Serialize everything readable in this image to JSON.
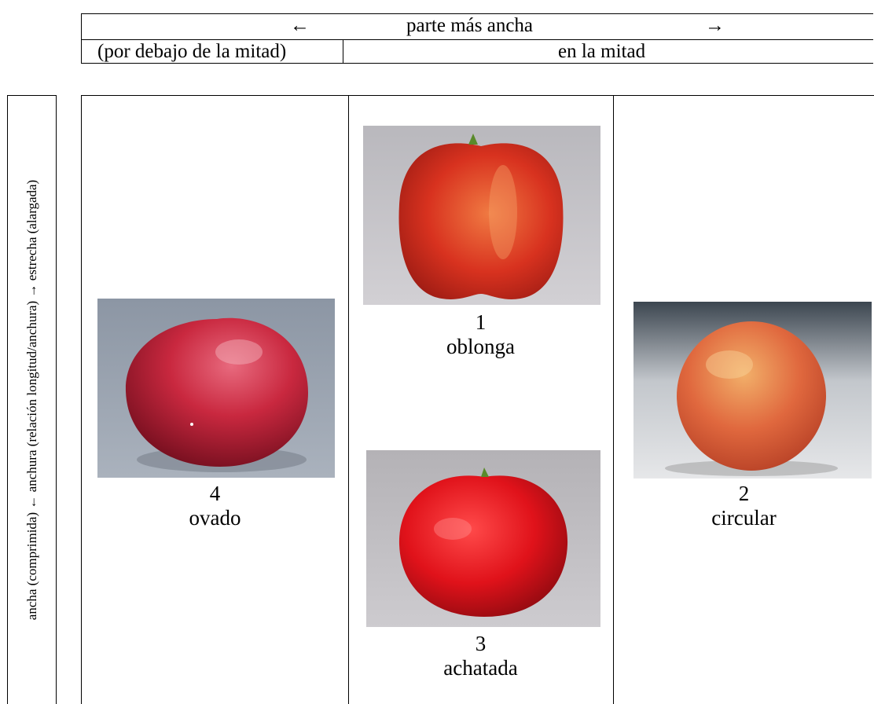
{
  "header": {
    "left_arrow": "←",
    "title": "parte más ancha",
    "right_arrow": "→",
    "below_half": "(por debajo de la mitad)",
    "at_half": "en la mitad"
  },
  "side_label": "ancha (comprimida) ← anchura (relación longitud/anchura) → estrecha (alargada)",
  "items": [
    {
      "number": "4",
      "name": "ovado"
    },
    {
      "number": "1",
      "name": "oblonga"
    },
    {
      "number": "3",
      "name": "achatada"
    },
    {
      "number": "2",
      "name": "circular"
    }
  ]
}
